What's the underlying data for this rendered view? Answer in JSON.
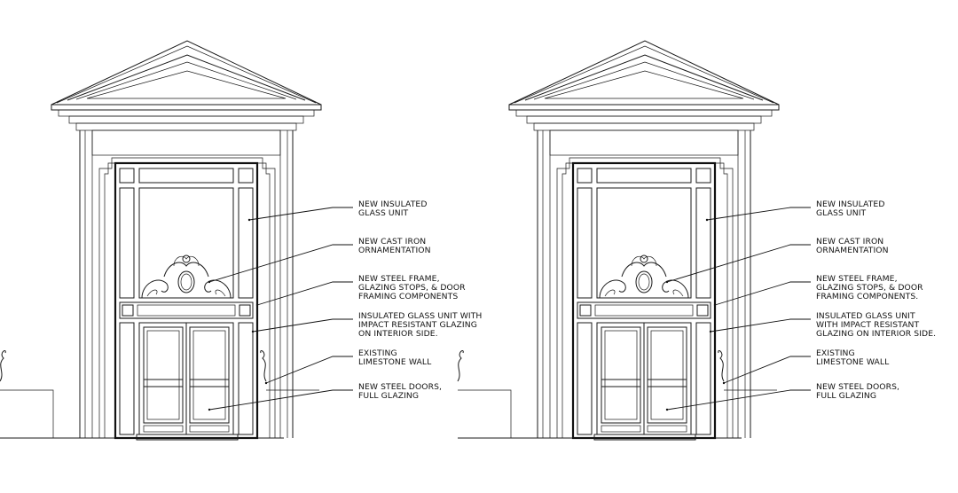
{
  "elevations": [
    {
      "id": "left",
      "labels": [
        [
          "NEW INSULATED",
          "GLASS UNIT"
        ],
        [
          "NEW CAST IRON",
          "ORNAMENTATION"
        ],
        [
          "NEW STEEL FRAME,",
          "GLAZING STOPS, & DOOR",
          "FRAMING COMPONENTS"
        ],
        [
          "INSULATED GLASS UNIT WITH",
          "IMPACT RESISTANT GLAZING",
          "ON INTERIOR SIDE."
        ],
        [
          "EXISTING",
          "LIMESTONE WALL"
        ],
        [
          "NEW STEEL DOORS,",
          "FULL GLAZING"
        ]
      ]
    },
    {
      "id": "right",
      "labels": [
        [
          "NEW INSULATED",
          "GLASS UNIT"
        ],
        [
          "NEW CAST IRON",
          "ORNAMENTATION"
        ],
        [
          "NEW STEEL FRAME,",
          "GLAZING STOPS, & DOOR",
          "FRAMING COMPONENTS."
        ],
        [
          "INSULATED GLASS UNIT",
          "WITH IMPACT RESISTANT",
          "GLAZING ON INTERIOR SIDE."
        ],
        [
          "EXISTING",
          "LIMESTONE WALL"
        ],
        [
          "NEW STEEL DOORS,",
          "FULL GLAZING"
        ]
      ]
    }
  ],
  "colors": {
    "ink": "#111111",
    "paper": "#ffffff"
  }
}
